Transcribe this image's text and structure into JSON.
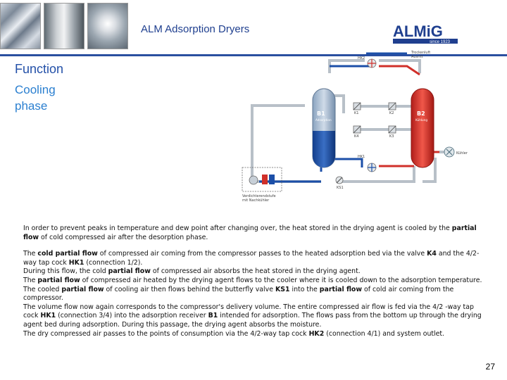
{
  "header": {
    "title": "ALM Adsorption Dryers",
    "logo_text": "ALMiG",
    "logo_tagline": "since 1923"
  },
  "section": {
    "title": "Function",
    "subtitle_line1": "Cooling",
    "subtitle_line2": "phase"
  },
  "diagram": {
    "labels": {
      "outlet_line1": "Trockenluft",
      "outlet_line2": "Ausritt",
      "hk2": "HK2",
      "b1": "B1",
      "b1_sub": "Adsorption",
      "b2": "B2",
      "b2_sub": "Kühlung",
      "k1": "K1",
      "k2": "K2",
      "k3": "K3",
      "k4": "K4",
      "hk1": "HK1",
      "ks1": "KS1",
      "cooler": "Kühler",
      "compressor_line1": "Verdichterendstufe",
      "compressor_line2": "mit Nachkühler"
    }
  },
  "body": {
    "p1_a": "In order to prevent peaks in temperature and dew point after changing over, the heat stored in the drying agent is cooled by the ",
    "p1_b": "partial flow",
    "p1_c": " of cold compressed air after the desorption phase.",
    "p2_a": "The ",
    "p2_b": "cold partial flow",
    "p2_c": " of compressed air coming from the compressor passes to the heated adsorption bed via the valve ",
    "p2_d": "K4",
    "p2_e": " and the 4/2-way tap cock ",
    "p2_f": "HK1",
    "p2_g": " (connection 1/2).",
    "p3_a": "During this flow, the cold ",
    "p3_b": "partial flow",
    "p3_c": " of compressed air absorbs the heat stored in the drying agent.",
    "p4_a": "The ",
    "p4_b": "partial flow",
    "p4_c": " of compressed air heated by the drying agent flows to the cooler where it is cooled down to the adsorption temperature. The cooled ",
    "p4_d": "partial flow",
    "p4_e": " of cooling air then flows behind the butterfly valve ",
    "p4_f": "KS1",
    "p4_g": " into the ",
    "p4_h": "partial flow",
    "p4_i": " of cold air coming from the compressor.",
    "p5_a": "The volume flow now again corresponds to the compressor's delivery volume. The entire compressed air flow is fed via the 4/2 -way tap cock ",
    "p5_b": "HK1",
    "p5_c": " (connection 3/4) into the adsorption receiver ",
    "p5_d": "B1",
    "p5_e": " intended for adsorption. The flows pass from the bottom up through the drying agent bed during adsorption. During this passage, the drying agent absorbs the moisture.",
    "p6_a": "The dry compressed air passes to the points of consumption via the 4/2-way tap cock ",
    "p6_b": "HK2",
    "p6_c": " (connection 4/1) and system outlet."
  },
  "footer": {
    "page_number": "27"
  },
  "colors": {
    "title_blue": "#1f3f8f",
    "phase_blue": "#2a7fd0",
    "rule_blue": "#2a4fa0",
    "dry_air_blue": "#1c4fa8",
    "hot_red": "#d0302a",
    "pipe_grey": "#b8c0c8"
  }
}
